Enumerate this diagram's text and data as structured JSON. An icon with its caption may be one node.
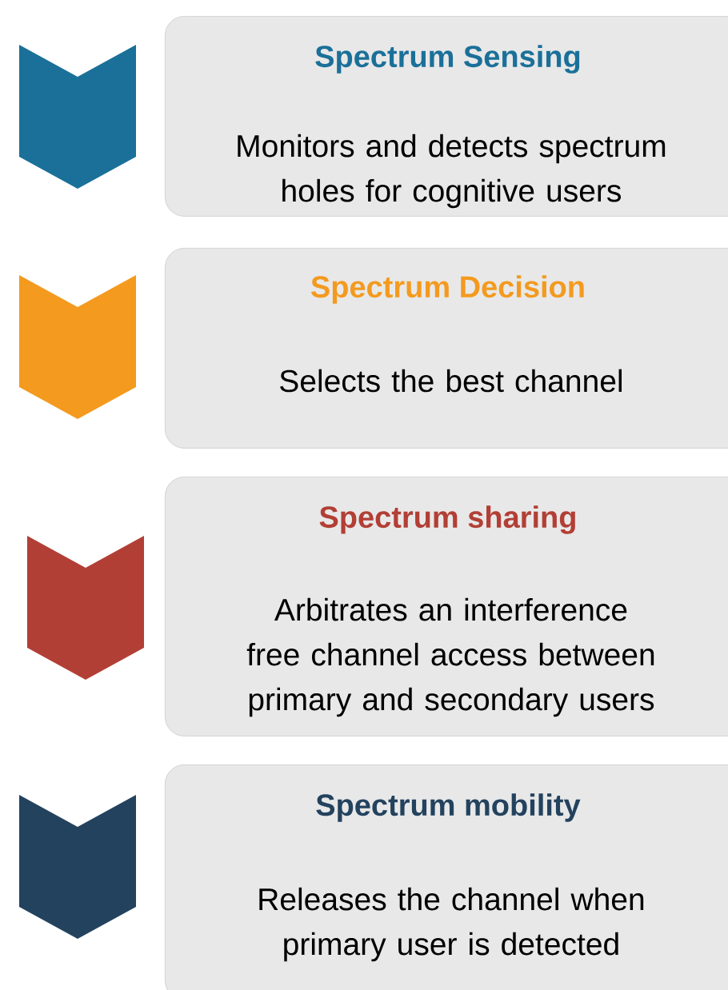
{
  "diagram": {
    "nodes": [
      {
        "text": [
          "Spectrum Sensing",
          "Monitors and detects spectrum holes for cognitive users"
        ]
      },
      {
        "text": [
          "Spectrum Decision",
          "Selects the best channel"
        ]
      },
      {
        "text": [
          "Spectrum sharing",
          "Arbitrates an interference free channel access between primary and secondary users"
        ]
      },
      {
        "text": [
          "Spectrum mobility",
          "Releases the channel when primary user is detected"
        ]
      }
    ]
  }
}
